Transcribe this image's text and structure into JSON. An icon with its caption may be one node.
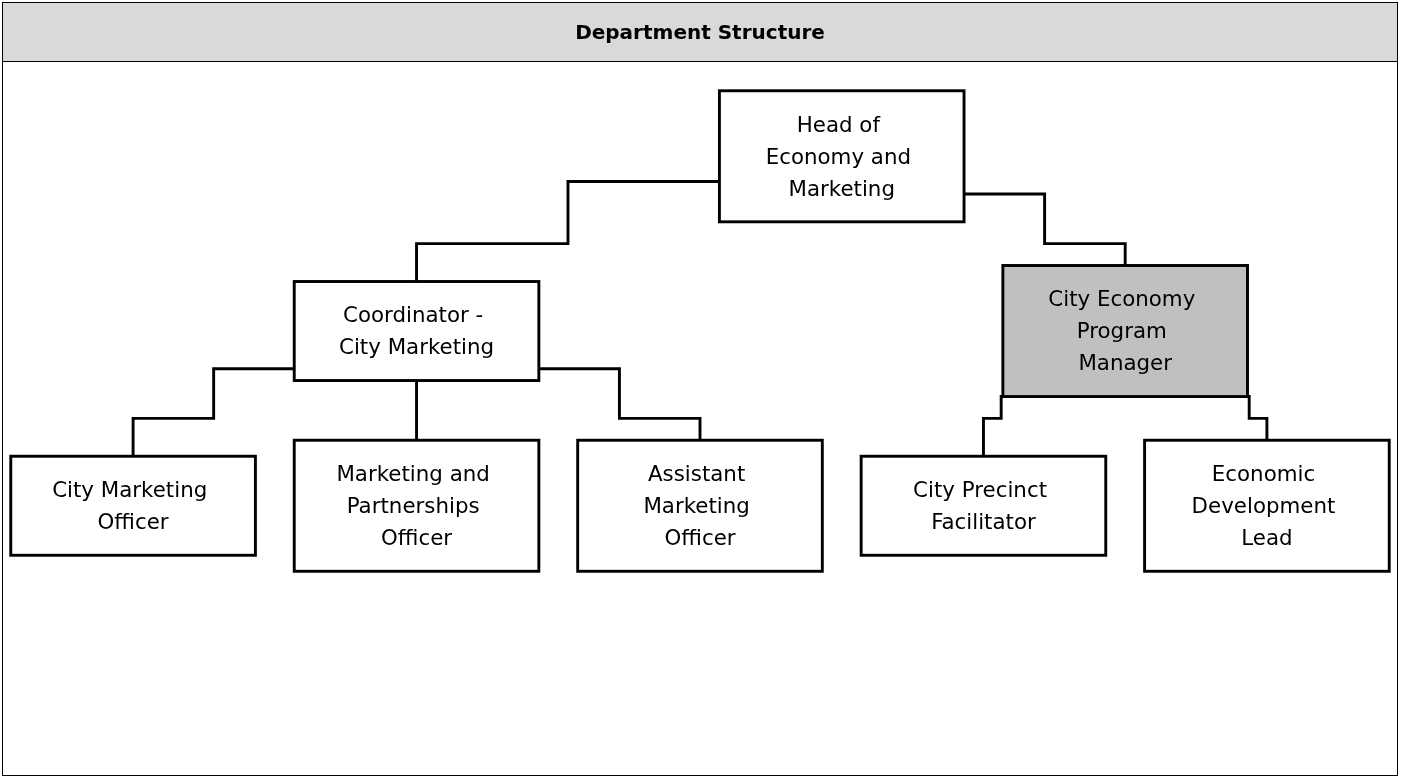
{
  "diagram": {
    "title": "Department Structure",
    "nodes": [
      {
        "text": [
          "Head of Economy and Marketing"
        ]
      },
      {
        "text": [
          "Coordinator - City Marketing"
        ]
      },
      {
        "text": [
          "City Economy Program Manager"
        ]
      },
      {
        "text": [
          "City Marketing Officer"
        ]
      },
      {
        "text": [
          "Marketing and Partnerships Officer"
        ]
      },
      {
        "text": [
          "Assistant Marketing Officer"
        ]
      },
      {
        "text": [
          "City Precinct Facilitator"
        ]
      },
      {
        "text": [
          "Economic Development Lead"
        ]
      }
    ],
    "edges": [
      {
        "from": 0,
        "to": 1,
        "arrow": "none"
      },
      {
        "from": 0,
        "to": 2,
        "arrow": "none"
      },
      {
        "from": 1,
        "to": 3,
        "arrow": "none"
      },
      {
        "from": 1,
        "to": 4,
        "arrow": "none"
      },
      {
        "from": 1,
        "to": 5,
        "arrow": "none"
      },
      {
        "from": 2,
        "to": 6,
        "arrow": "none"
      },
      {
        "from": 2,
        "to": 7,
        "arrow": "none"
      }
    ]
  }
}
